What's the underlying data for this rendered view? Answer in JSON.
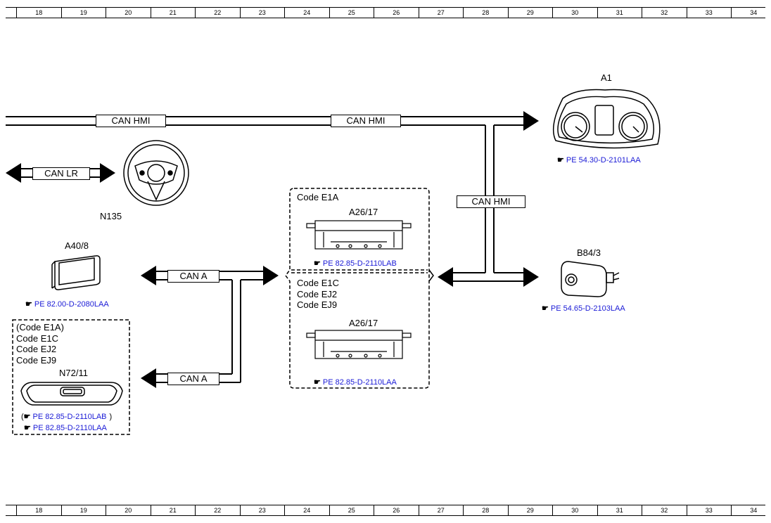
{
  "ruler": {
    "top": [
      "18",
      "19",
      "20",
      "21",
      "22",
      "23",
      "24",
      "25",
      "26",
      "27",
      "28",
      "29",
      "30",
      "31",
      "32",
      "33",
      "34"
    ],
    "bottom": [
      "18",
      "19",
      "20",
      "21",
      "22",
      "23",
      "24",
      "25",
      "26",
      "27",
      "28",
      "29",
      "30",
      "31",
      "32",
      "33",
      "34"
    ]
  },
  "buses": {
    "can_hmi_1": "CAN HMI",
    "can_hmi_2": "CAN HMI",
    "can_hmi_3": "CAN HMI",
    "can_lr": "CAN LR",
    "can_a_1": "CAN A",
    "can_a_2": "CAN A"
  },
  "components": {
    "a1": {
      "label": "A1",
      "ref": "PE 54.30-D-2101LAA"
    },
    "n135": {
      "label": "N135"
    },
    "a40_8": {
      "label": "A40/8",
      "ref": "PE 82.00-D-2080LAA"
    },
    "b84_3": {
      "label": "B84/3",
      "ref": "PE 54.65-D-2103LAA"
    },
    "a26_17_top": {
      "label": "A26/17",
      "codes": [
        "Code E1A"
      ],
      "ref": "PE 82.85-D-2110LAB"
    },
    "a26_17_bottom": {
      "label": "A26/17",
      "codes": [
        "Code E1C",
        "Code EJ2",
        "Code EJ9"
      ],
      "ref": "PE 82.85-D-2110LAA"
    },
    "n72_11": {
      "label": "N72/11",
      "codes": [
        "(Code E1A)",
        "Code E1C",
        "Code EJ2",
        "Code EJ9"
      ],
      "ref1_open": "(",
      "ref1": "PE 82.85-D-2110LAB",
      "ref1_close": ")",
      "ref2": "PE 82.85-D-2110LAA"
    }
  },
  "icons": {
    "hand": "☛"
  }
}
